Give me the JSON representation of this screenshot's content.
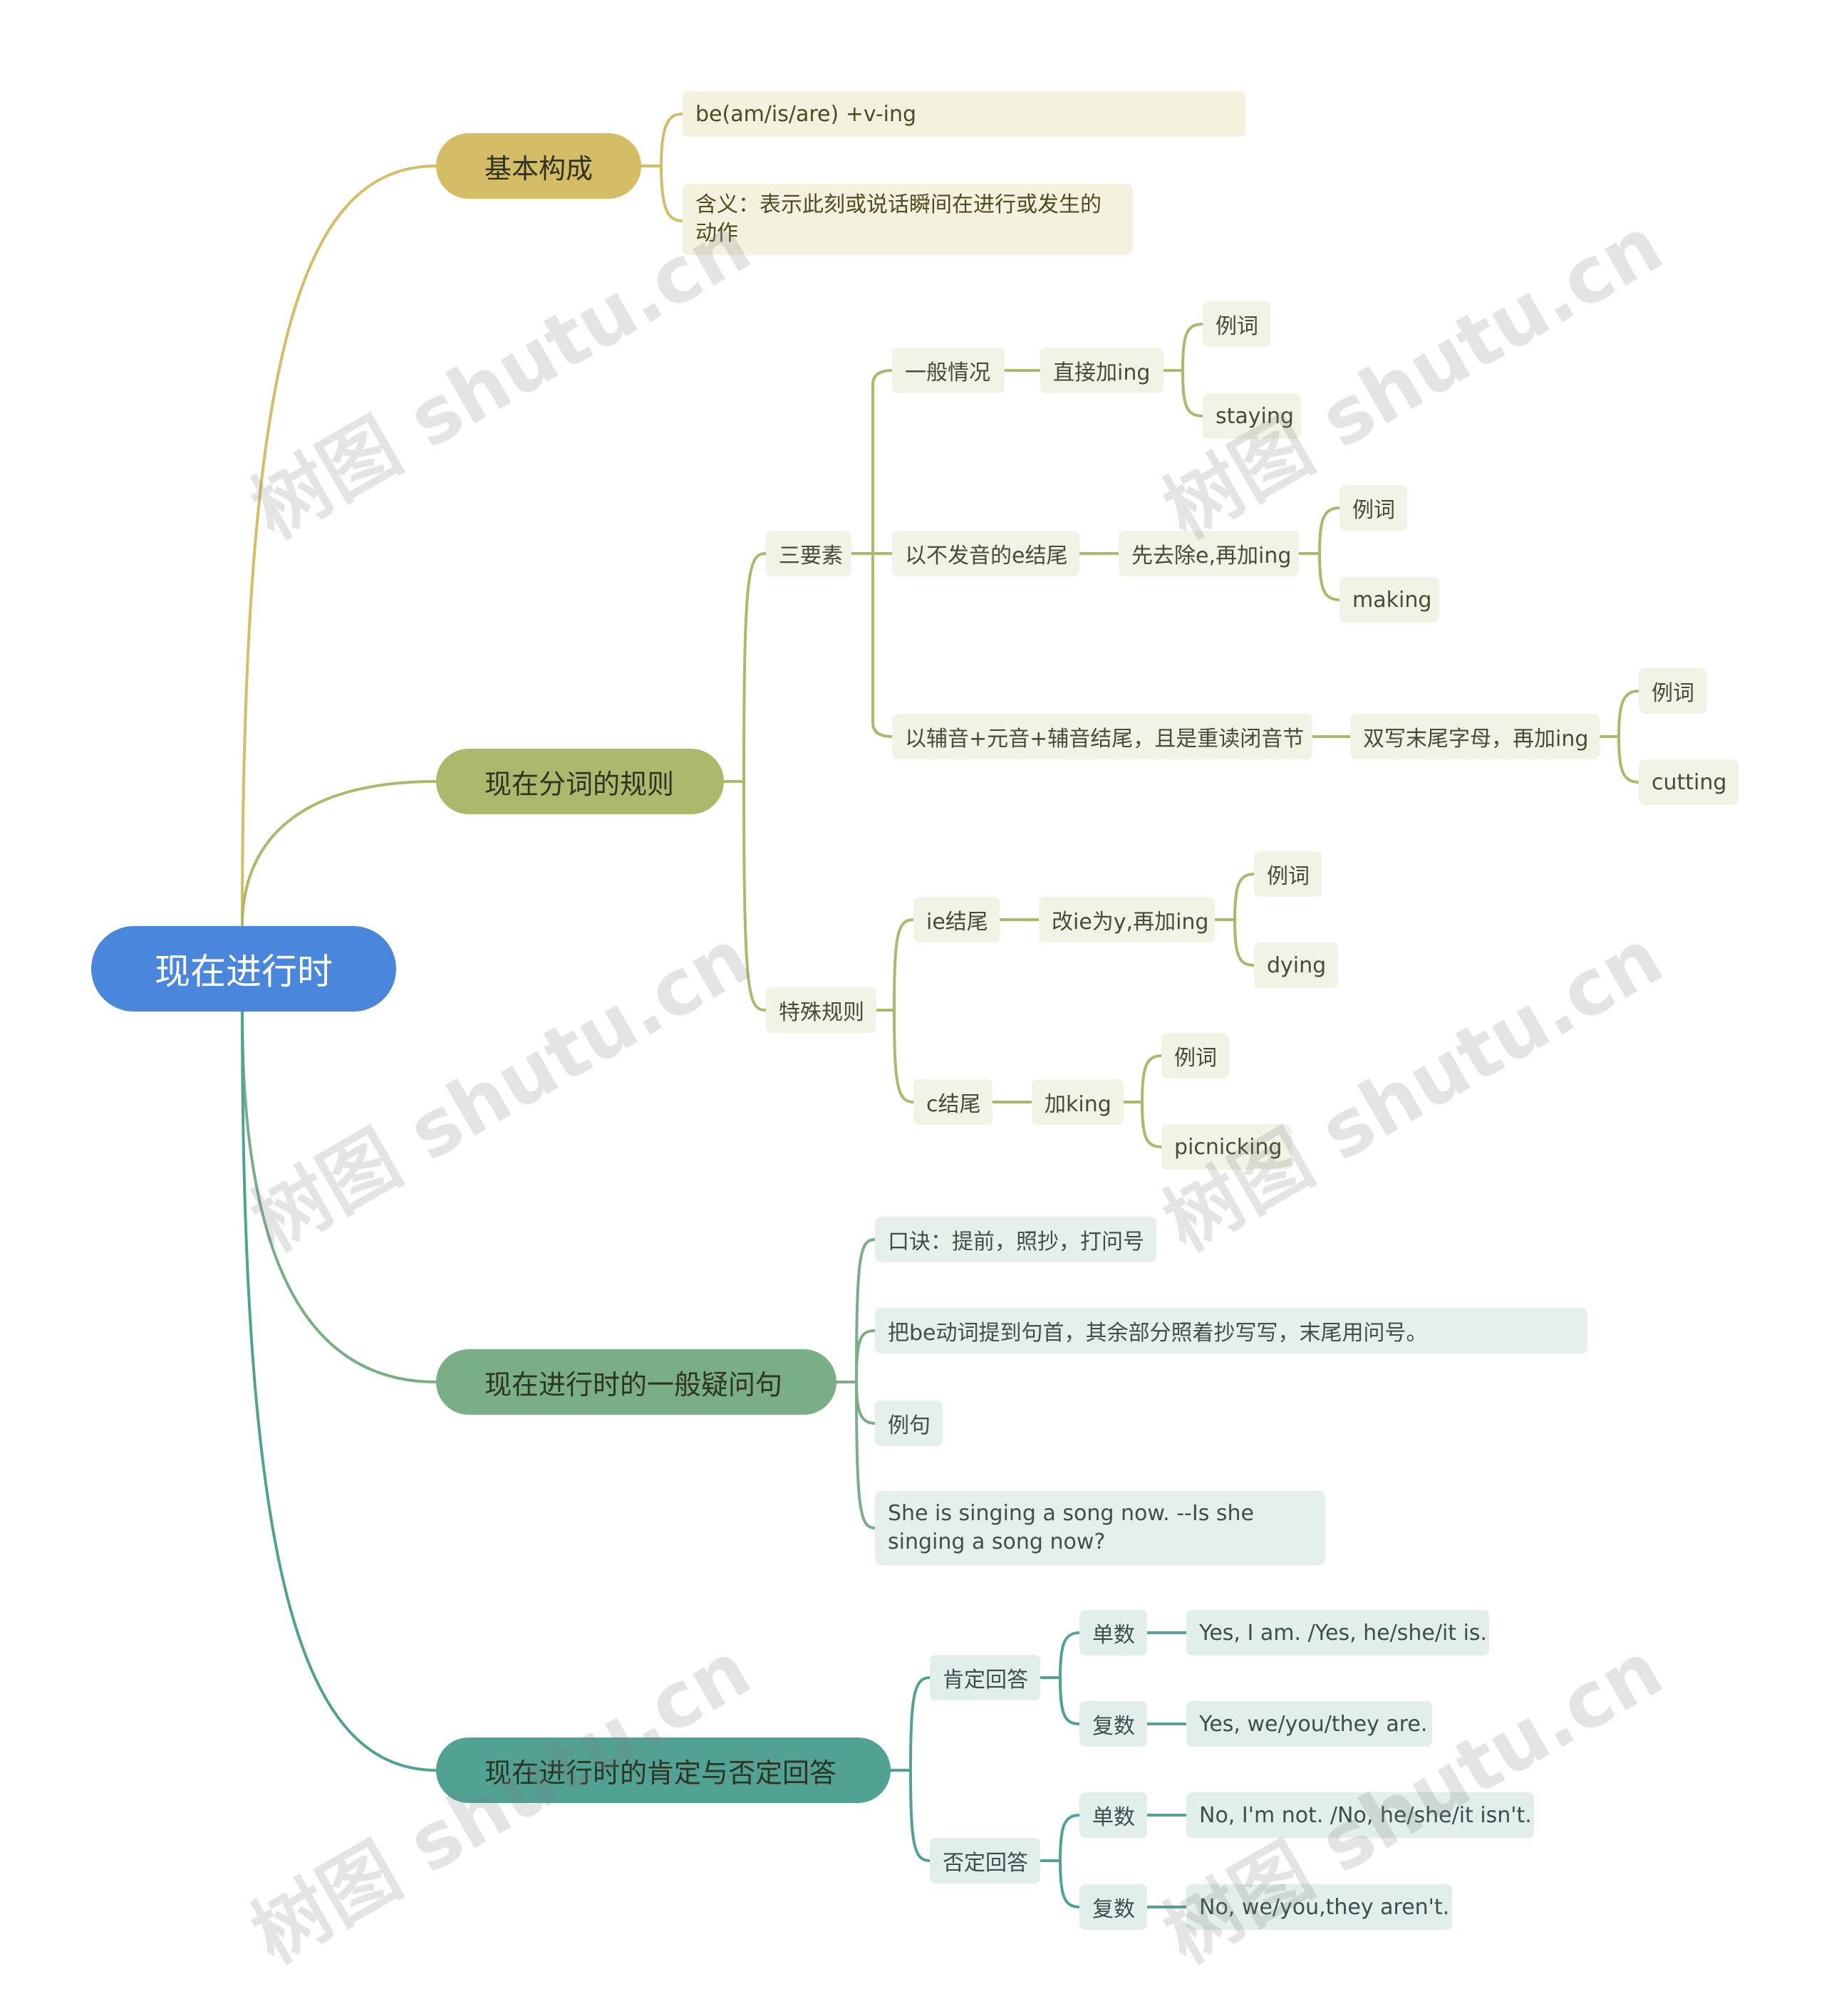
{
  "root": {
    "label": "现在进行时"
  },
  "branches": {
    "basic": {
      "label": "基本构成",
      "formula": "be(am/is/are) +v-ing",
      "meaning": "含义：表示此刻或说话瞬间在进行或发生的动作"
    },
    "participle": {
      "label": "现在分词的规则",
      "three": {
        "label": "三要素",
        "general": {
          "label": "一般情况",
          "rule": "直接加ing",
          "example_label": "例词",
          "example": "staying"
        },
        "silent_e": {
          "label": "以不发音的e结尾",
          "rule": "先去除e,再加ing",
          "example_label": "例词",
          "example": "making"
        },
        "cvc": {
          "label": "以辅音+元音+辅音结尾，且是重读闭音节",
          "rule": "双写末尾字母，再加ing",
          "example_label": "例词",
          "example": "cutting"
        }
      },
      "special": {
        "label": "特殊规则",
        "ie": {
          "label": "ie结尾",
          "rule": "改ie为y,再加ing",
          "example_label": "例词",
          "example": "dying"
        },
        "c": {
          "label": "c结尾",
          "rule": "加king",
          "example_label": "例词",
          "example": "picnicking"
        }
      }
    },
    "question": {
      "label": "现在进行时的一般疑问句",
      "mnemonic": "口诀：提前，照抄，打问号",
      "rule": "把be动词提到句首，其余部分照着抄写写，末尾用问号。",
      "example_label": "例句",
      "example": "She is singing a song now. --Is she singing a song now?"
    },
    "answers": {
      "label": "现在进行时的肯定与否定回答",
      "positive": {
        "label": "肯定回答",
        "singular_label": "单数",
        "singular": "Yes, I am. /Yes, he/she/it is.",
        "plural_label": "复数",
        "plural": "Yes, we/you/they are."
      },
      "negative": {
        "label": "否定回答",
        "singular_label": "单数",
        "singular": "No, I'm not. /No, he/she/it isn't.",
        "plural_label": "复数",
        "plural": "No, we/you,they aren't."
      }
    }
  },
  "watermark": "树图 shutu.cn",
  "colors": {
    "root": "#4a86dc",
    "basic": "#d5bd67",
    "participle": "#aeb86c",
    "question": "#79ae86",
    "answers": "#52a294"
  }
}
